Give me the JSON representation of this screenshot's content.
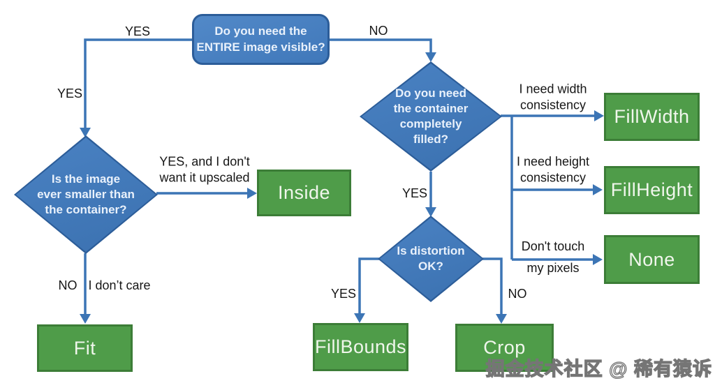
{
  "colors": {
    "node_blue": "#4a80c2",
    "blue_border": "#2c5d99",
    "line_blue": "#3c75b5",
    "result_green": "#4f9c49",
    "green_border": "#3c7d37"
  },
  "decision_nodes": {
    "entire_visible": "Do you need the\nENTIRE image visible?",
    "ever_smaller": "Is the image\never smaller than\nthe container?",
    "container_filled": "Do you need\nthe container\ncompletely\nfilled?",
    "distortion_ok": "Is distortion\nOK?"
  },
  "result_nodes": {
    "inside": "Inside",
    "fit": "Fit",
    "fillwidth": "FillWidth",
    "fillheight": "FillHeight",
    "none": "None",
    "fillbounds": "FillBounds",
    "crop": "Crop"
  },
  "edge_labels": {
    "top_yes": "YES",
    "left_yes": "YES",
    "top_no": "NO",
    "inside_yes": "YES, and I don't\nwant it upscaled",
    "filled_yes": "YES",
    "width_consistency": "I need width\nconsistency",
    "height_consistency": "I need height\nconsistency",
    "dont_touch": "Don't touch\nmy pixels",
    "fillbounds_yes": "YES",
    "crop_no": "NO",
    "fit_no": "NO",
    "fit_dont_care": "I don’t care"
  },
  "watermark": "掘金技术社区 @ 稀有猿诉"
}
